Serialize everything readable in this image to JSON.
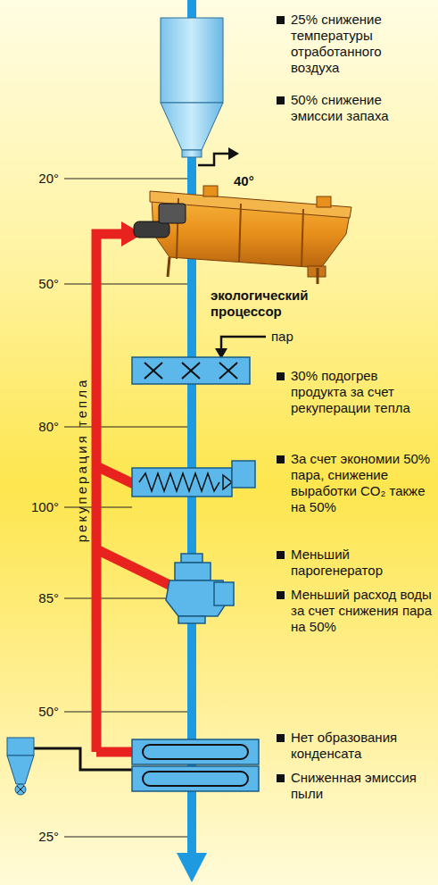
{
  "diagram": {
    "labels": [
      "25% снижение температуры отработанного воздуха",
      "50% снижение эмиссии запаха",
      "20°",
      "40°",
      "50°",
      "экологический процессор",
      "пар",
      "30% подогрев продукта за счет рекуперации тепла",
      "80°",
      "рекуперация тепла",
      "За счет экономии 50% пара, снижение выработки CO₂ также на 50%",
      "100°",
      "Меньший парогенератор",
      "85°",
      "Меньший расход воды за счет снижения пара на 50%",
      "50°",
      "Нет образования конденсата",
      "Сниженная эмиссия пыли",
      "25°"
    ]
  }
}
